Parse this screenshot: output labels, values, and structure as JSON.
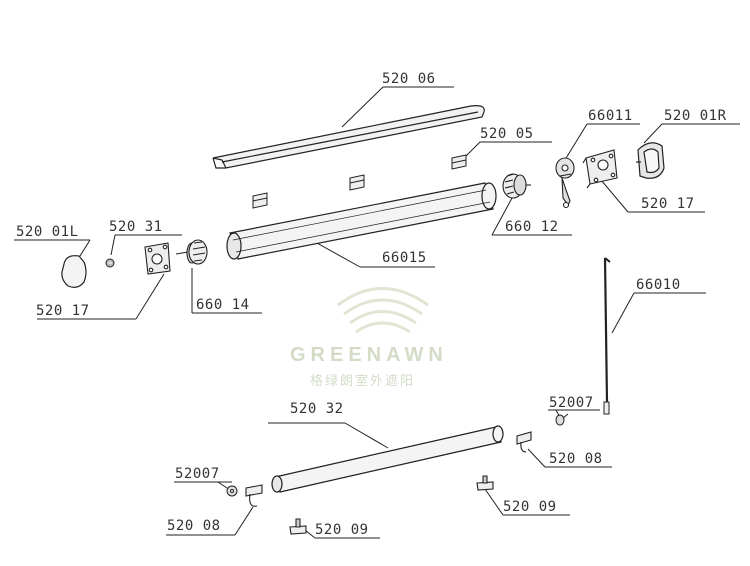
{
  "watermark": {
    "brand": "GREENAWN",
    "tagline": "格绿朗室外遮阳"
  },
  "labels": {
    "l_52006": "520 06",
    "l_52005": "520 05",
    "l_66011": "66011",
    "l_52001R": "520 01R",
    "l_52017_right": "520 17",
    "l_66012": "660 12",
    "l_66015": "66015",
    "l_52001L": "520 01L",
    "l_52031": "520 31",
    "l_52017_left": "520 17",
    "l_66014": "660 14",
    "l_66010": "66010",
    "l_52007_right": "52007",
    "l_52008_right": "520 08",
    "l_52032": "520 32",
    "l_52007_left": "52007",
    "l_52008_left": "520 08",
    "l_52009_right": "520 09",
    "l_52009_left": "520 09"
  }
}
